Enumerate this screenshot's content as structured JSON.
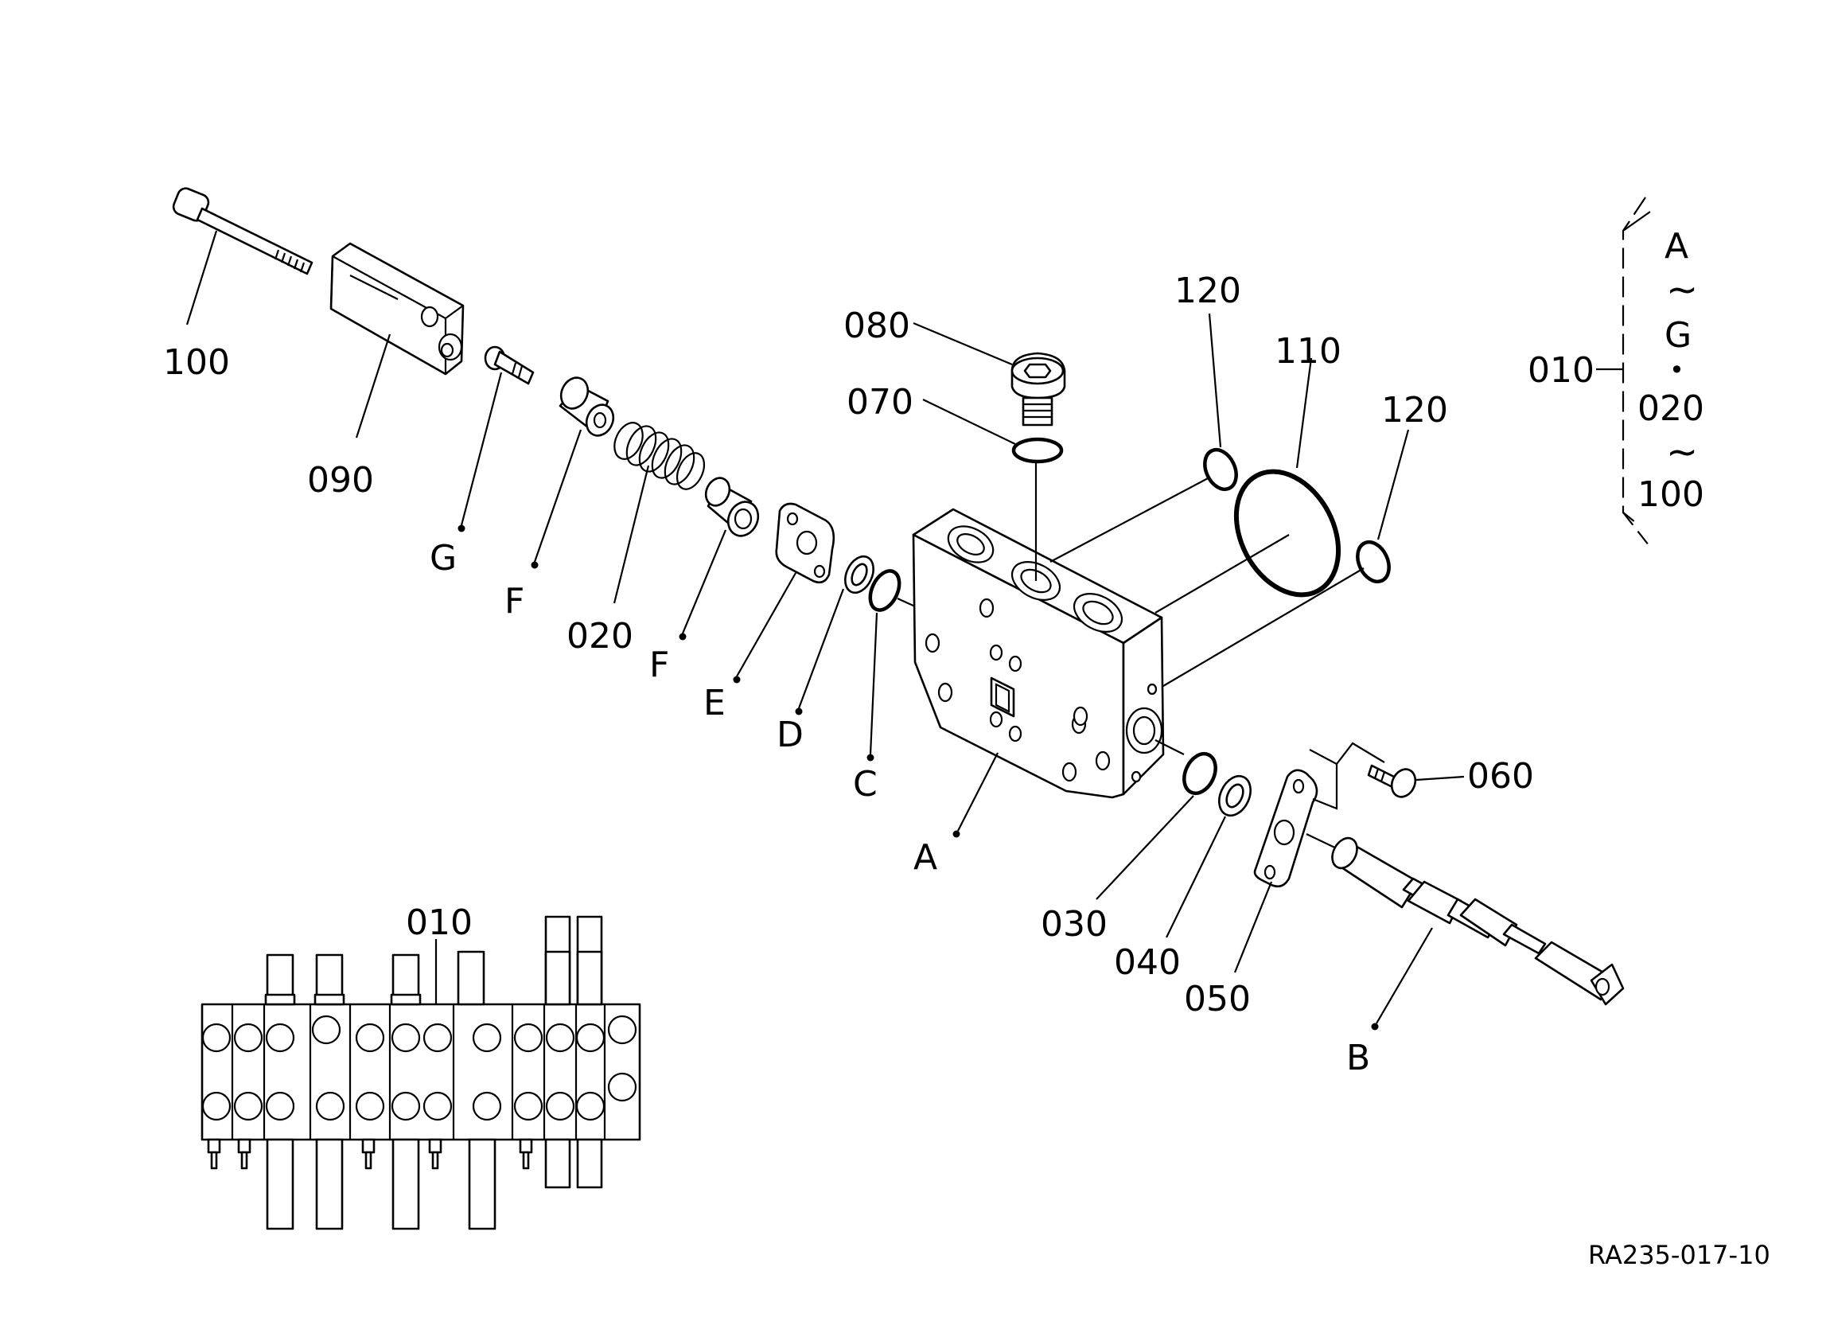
{
  "diagram": {
    "reference_code": "RA235-017-10",
    "callouts": {
      "c100": "100",
      "c090": "090",
      "G": "G",
      "F1": "F",
      "c020": "020",
      "F2": "F",
      "E": "E",
      "D": "D",
      "C": "C",
      "A": "A",
      "c080": "080",
      "c070": "070",
      "c120a": "120",
      "c110": "110",
      "c120b": "120",
      "c060": "060",
      "c030": "030",
      "c040": "040",
      "c050": "050",
      "B": "B",
      "c010_assembly": "010"
    },
    "assembly_legend": {
      "label": "010",
      "line1": "A",
      "tilde1": "~",
      "line2": "G",
      "dot": "•",
      "line3": "020",
      "tilde2": "~",
      "line4": "100"
    }
  }
}
